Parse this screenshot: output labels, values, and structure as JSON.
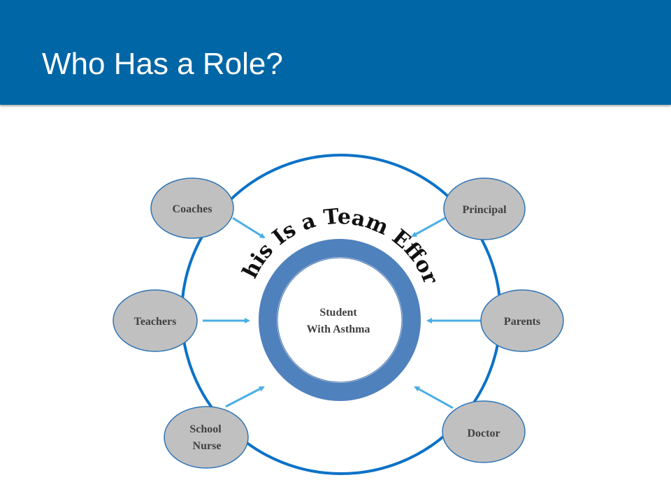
{
  "slide": {
    "title": "Who Has a Role?"
  },
  "diagram": {
    "center_label_line1": "Student",
    "center_label_line2": "With Asthma",
    "arc_text": "This Is a Team Effort",
    "nodes": {
      "coaches": "Coaches",
      "principal": "Principal",
      "teachers": "Teachers",
      "parents": "Parents",
      "school_nurse_line1": "School",
      "school_nurse_line2": "Nurse",
      "doctor": "Doctor"
    }
  },
  "colors": {
    "header": "#0066a6",
    "outer_circle": "#0b72c7",
    "center_ring": "#4f81bd",
    "arrow": "#4aaee6",
    "node_fill": "#c0c0c0",
    "node_stroke": "#2e74b5"
  }
}
